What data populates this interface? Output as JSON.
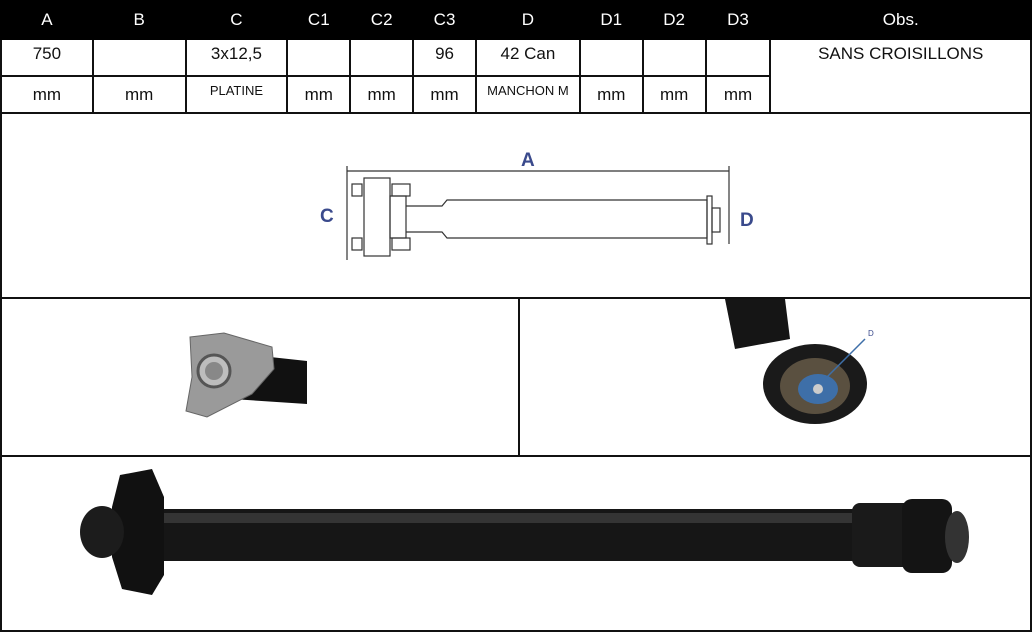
{
  "table": {
    "headers": [
      "A",
      "B",
      "C",
      "C1",
      "C2",
      "C3",
      "D",
      "D1",
      "D2",
      "D3",
      "Obs."
    ],
    "values": [
      "750",
      "",
      "3x12,5",
      "",
      "",
      "96",
      "42 Can",
      "",
      "",
      ""
    ],
    "units": [
      "mm",
      "mm",
      "PLATINE",
      "mm",
      "mm",
      "mm",
      "MANCHON M",
      "mm",
      "mm",
      "mm"
    ],
    "obs": "SANS CROISILLONS"
  },
  "drawing": {
    "label_a": "A",
    "label_c": "C",
    "label_d": "D"
  },
  "photo_end": {
    "label_d": "D"
  }
}
